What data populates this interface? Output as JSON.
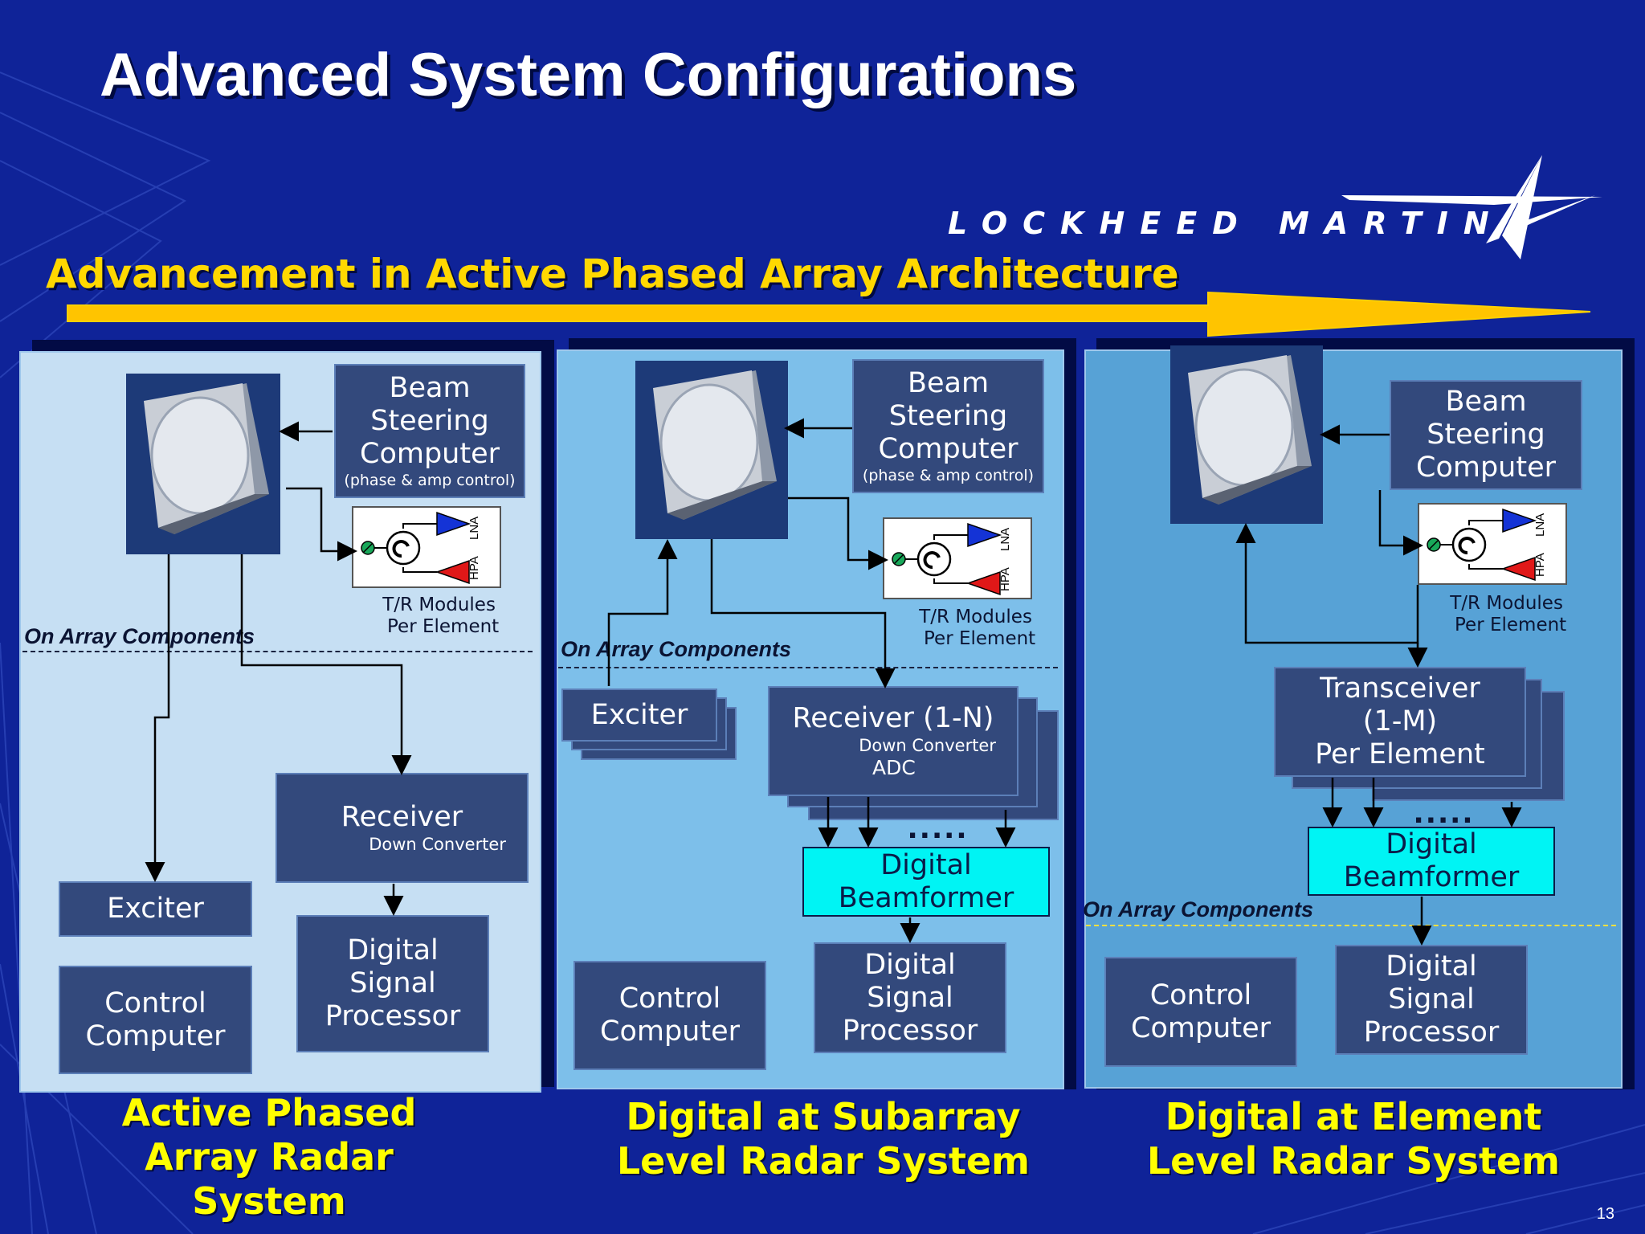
{
  "slide": {
    "title": "Advanced System Configurations",
    "logo_text": "LOCKHEED MARTIN",
    "subtitle": "Advancement in Active Phased Array Architecture",
    "page_number": "13"
  },
  "colors": {
    "background": "#0f2398",
    "title_text": "#ffffff",
    "subtitle_text": "#ffd800",
    "arrow": "#ffc400",
    "box_fill": "#33497c",
    "beamformer_fill": "#00f4f4",
    "caption_text": "#ffff00"
  },
  "common": {
    "on_array_components": "On Array Components",
    "tr_modules_line1": "T/R Modules",
    "tr_modules_line2": "Per Element",
    "lna": "LNA",
    "hpa": "HPA",
    "dots": "....."
  },
  "panel1": {
    "beam_steering": [
      "Beam",
      "Steering",
      "Computer"
    ],
    "beam_steering_note": "(phase & amp control)",
    "receiver": "Receiver",
    "receiver_sub": "Down Converter",
    "exciter": "Exciter",
    "control": [
      "Control",
      "Computer"
    ],
    "dsp": [
      "Digital",
      "Signal",
      "Processor"
    ],
    "caption": [
      "Active Phased",
      "Array Radar",
      "System"
    ]
  },
  "panel2": {
    "beam_steering": [
      "Beam",
      "Steering",
      "Computer"
    ],
    "beam_steering_note": "(phase & amp control)",
    "exciter": "Exciter",
    "receiver": "Receiver (1-N)",
    "receiver_sub1": "Down Converter",
    "receiver_sub2": "ADC",
    "beamformer": [
      "Digital",
      "Beamformer"
    ],
    "control": [
      "Control",
      "Computer"
    ],
    "dsp": [
      "Digital",
      "Signal",
      "Processor"
    ],
    "caption": [
      "Digital at Subarray",
      "Level Radar System"
    ]
  },
  "panel3": {
    "beam_steering": [
      "Beam",
      "Steering",
      "Computer"
    ],
    "transceiver": [
      "Transceiver",
      "(1-M)",
      "Per Element"
    ],
    "beamformer": [
      "Digital",
      "Beamformer"
    ],
    "control": [
      "Control",
      "Computer"
    ],
    "dsp": [
      "Digital",
      "Signal",
      "Processor"
    ],
    "caption": [
      "Digital at Element",
      "Level Radar System"
    ]
  }
}
